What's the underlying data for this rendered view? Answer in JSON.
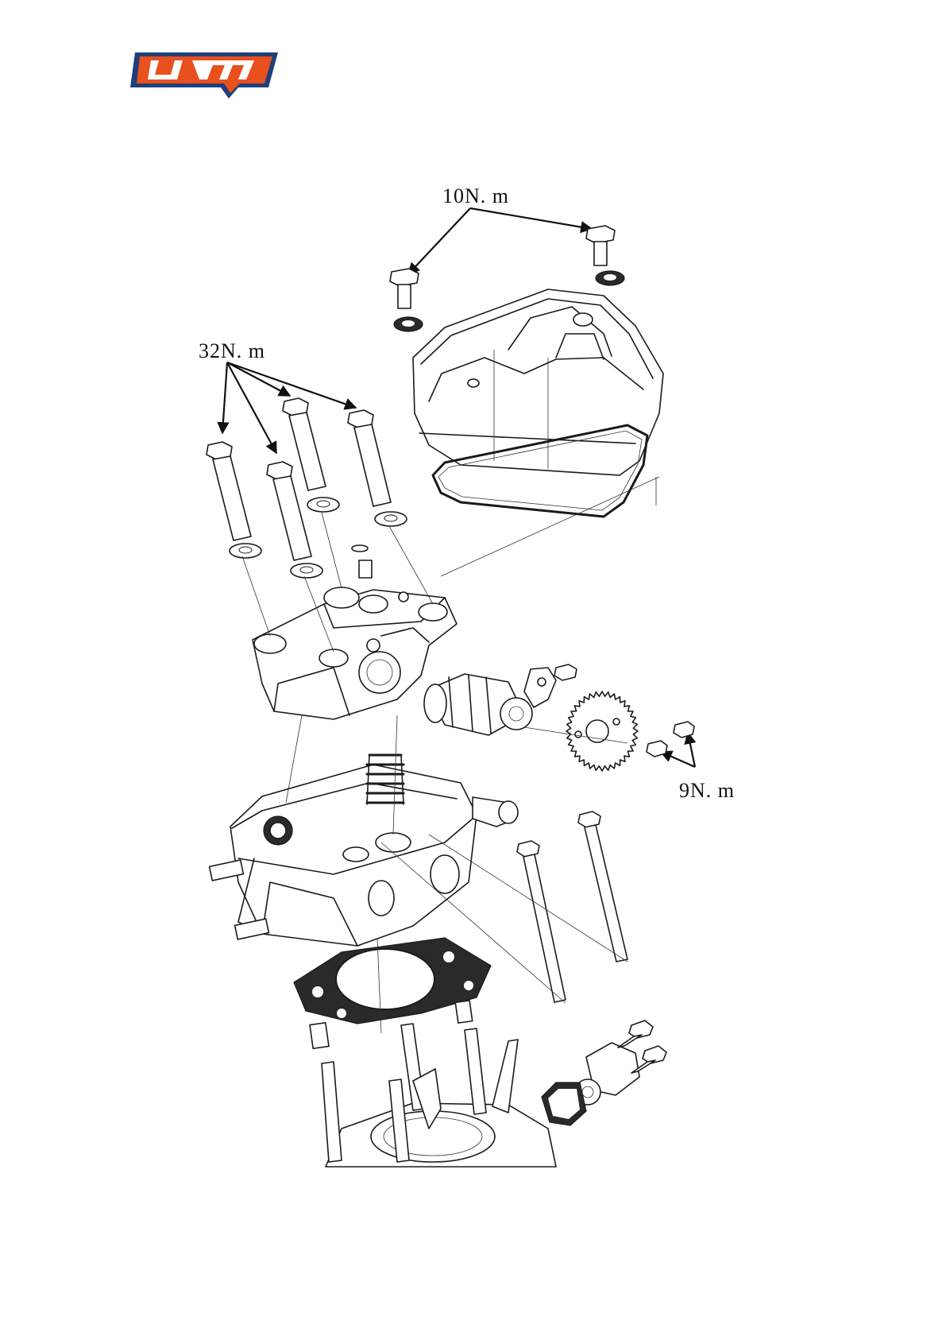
{
  "brand": {
    "logo_text": "UM",
    "colors": {
      "primary": "#e8501e",
      "outline": "#1f3f7a"
    }
  },
  "torque_labels": {
    "cover_bolts": "10N. m",
    "head_bolts": "32N. m",
    "sprocket_bolts": "9N. m"
  }
}
